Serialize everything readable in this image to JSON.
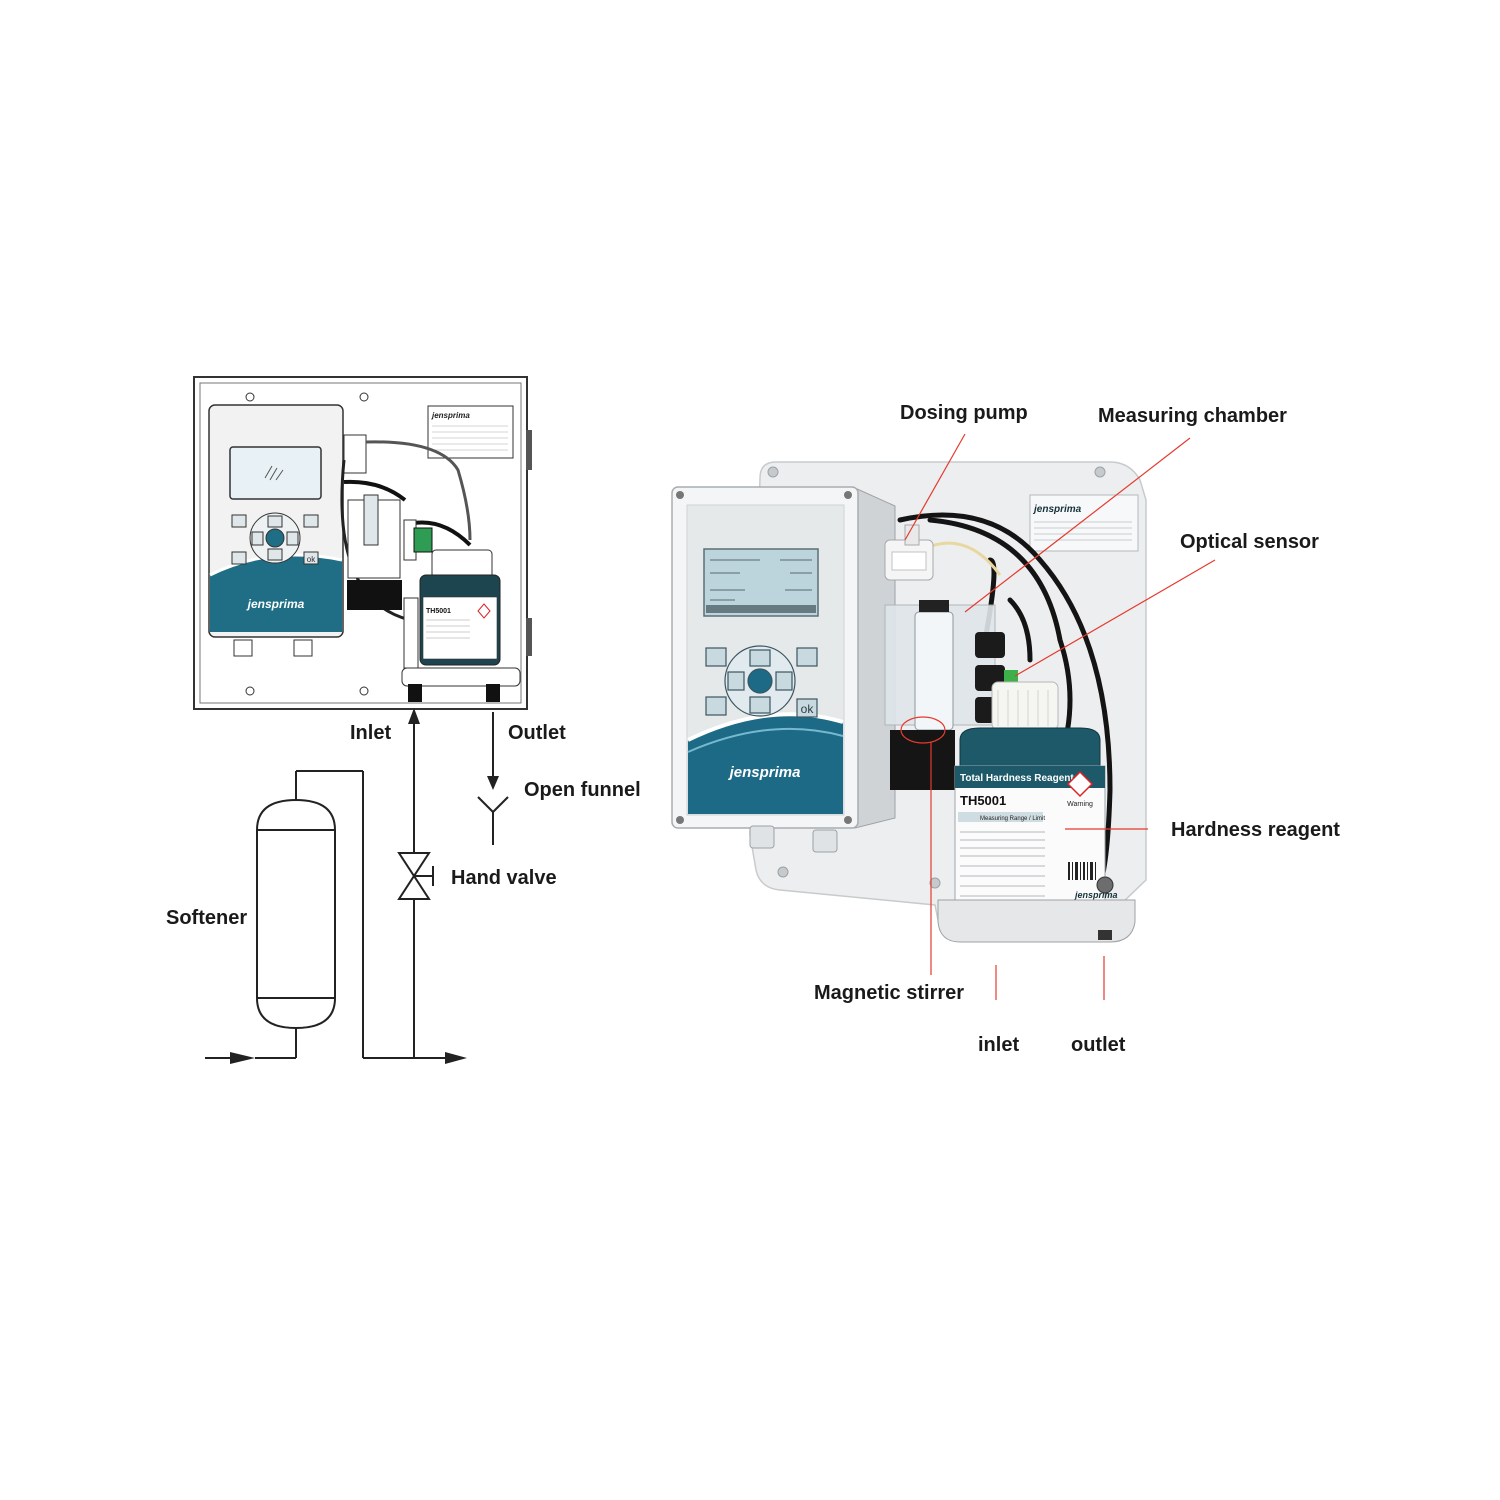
{
  "brand": {
    "logo_text": "jensprima"
  },
  "schematic": {
    "labels": {
      "inlet": "Inlet",
      "outlet": "Outlet",
      "open_funnel": "Open funnel",
      "hand_valve": "Hand valve",
      "softener": "Softener"
    },
    "keypad_ok": "ok",
    "bottle_code": "TH5001"
  },
  "photo": {
    "callouts": {
      "dosing_pump": "Dosing pump",
      "measuring_chamber": "Measuring chamber",
      "optical_sensor": "Optical sensor",
      "hardness_reagent": "Hardness reagent",
      "magnetic_stirrer": "Magnetic stirrer",
      "inlet": "inlet",
      "outlet": "outlet"
    },
    "bottle": {
      "title": "Total Hardness Reagent",
      "code": "TH5001",
      "warning": "Warning",
      "measuring_range": "Measuring Range / Limit"
    },
    "keypad_ok": "ok",
    "accent_color": "#e63a2e"
  }
}
